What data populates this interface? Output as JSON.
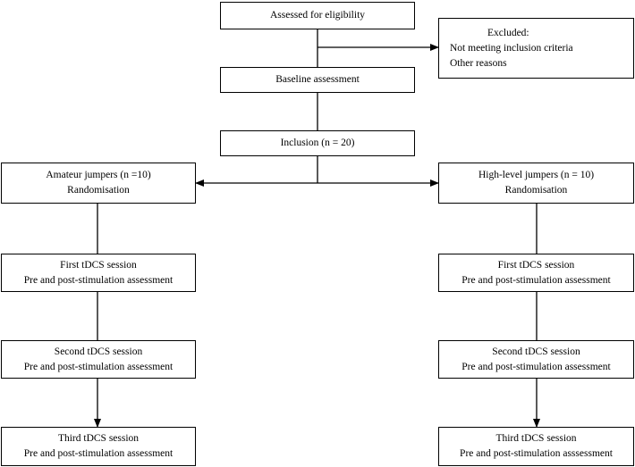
{
  "flow": {
    "eligibility": "Assessed for eligibility",
    "excluded": {
      "title": "Excluded:",
      "reason_1": "Not meeting inclusion criteria",
      "reason_2": "Other reasons"
    },
    "baseline": "Baseline assessment",
    "inclusion": "Inclusion (n = 20)",
    "amateur": {
      "group": "Amateur jumpers (n =10)",
      "randomisation": "Randomisation",
      "session_1": "First tDCS session",
      "session_1_note": "Pre and post-stimulation assessment",
      "session_2": "Second tDCS session",
      "session_2_note": "Pre and post-stimulation assessment",
      "session_3": "Third tDCS session",
      "session_3_note": "Pre and post-stimulation assessment"
    },
    "highlevel": {
      "group": "High-level jumpers (n = 10)",
      "randomisation": "Randomisation",
      "session_1": "First tDCS session",
      "session_1_note": "Pre and post-stimulation assessment",
      "session_2": "Second tDCS session",
      "session_2_note": "Pre and post-stimulation assessment",
      "session_3": "Third tDCS session",
      "session_3_note": "Pre and post-stimulation asssessment"
    }
  }
}
